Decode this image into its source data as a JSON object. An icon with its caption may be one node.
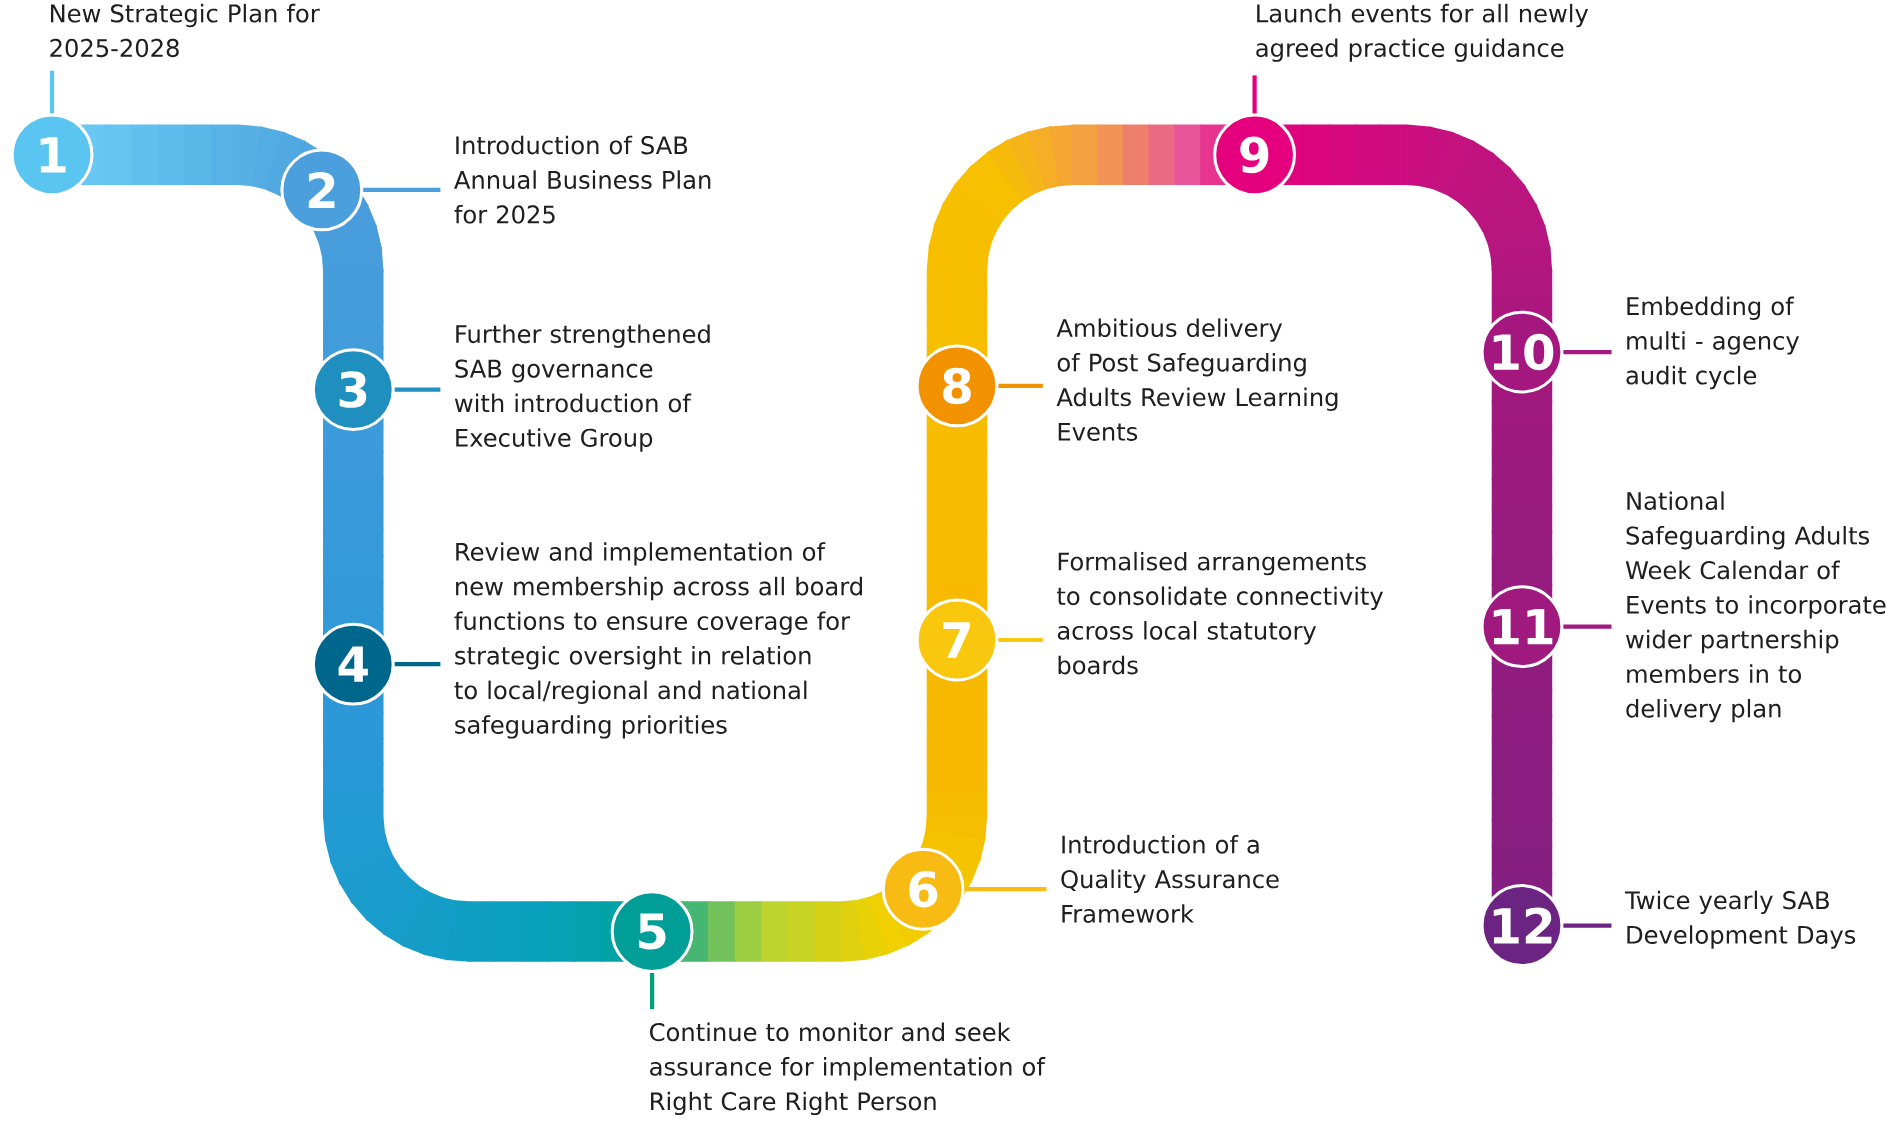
{
  "diagram": {
    "nodes": [
      {
        "text": [
          "1"
        ]
      },
      {
        "text": [
          "2"
        ]
      },
      {
        "text": [
          "3"
        ]
      },
      {
        "text": [
          "4"
        ]
      },
      {
        "text": [
          "5"
        ]
      },
      {
        "text": [
          "6"
        ]
      },
      {
        "text": [
          "7"
        ]
      },
      {
        "text": [
          "8"
        ]
      },
      {
        "text": [
          "9"
        ]
      },
      {
        "text": [
          "10"
        ]
      },
      {
        "text": [
          "11"
        ]
      },
      {
        "text": [
          "12"
        ]
      },
      {
        "text": [
          "New Strategic Plan for 2025-2028"
        ]
      },
      {
        "text": [
          "Introduction of SAB Annual Business Plan for 2025"
        ]
      },
      {
        "text": [
          "Further strengthened SAB governance with introduction of Executive Group"
        ]
      },
      {
        "text": [
          "Review and implementation of new membership across all board functions to ensure coverage for strategic oversight in relation to local/regional and national safeguarding priorities"
        ]
      },
      {
        "text": [
          "Continue to monitor and seek assurance for implementation of Right Care Right Person"
        ]
      },
      {
        "text": [
          "Introduction of a Quality Assurance Framework"
        ]
      },
      {
        "text": [
          "Formalised arrangements to consolidate connectivity across local statutory boards"
        ]
      },
      {
        "text": [
          "Ambitious delivery of Post Safeguarding Adults Review Learning Events"
        ]
      },
      {
        "text": [
          "Launch events for all newly agreed practice guidance"
        ]
      },
      {
        "text": [
          "Embedding of multi - agency audit cycle"
        ]
      },
      {
        "text": [
          "National Safeguarding Adults Week Calendar of Events to incorporate wider partnership members in to delivery plan"
        ]
      },
      {
        "text": [
          "Twice yearly SAB Development Days"
        ]
      }
    ],
    "edges": [
      {
        "from": 12,
        "to": 0,
        "arrow": "none",
        "color": "#5bc5f2"
      },
      {
        "from": 13,
        "to": 1,
        "arrow": "none",
        "color": "#4a9fdc"
      },
      {
        "from": 14,
        "to": 2,
        "arrow": "none",
        "color": "#1f8fbf"
      },
      {
        "from": 15,
        "to": 3,
        "arrow": "none",
        "color": "#00678c"
      },
      {
        "from": 16,
        "to": 4,
        "arrow": "none",
        "color": "#00a07a"
      },
      {
        "from": 17,
        "to": 5,
        "arrow": "none",
        "color": "#f8bb14"
      },
      {
        "from": 18,
        "to": 6,
        "arrow": "none",
        "color": "#f9c80e"
      },
      {
        "from": 19,
        "to": 7,
        "arrow": "none",
        "color": "#f39200"
      },
      {
        "from": 20,
        "to": 8,
        "arrow": "none",
        "color": "#e5007e"
      },
      {
        "from": 21,
        "to": 9,
        "arrow": "none",
        "color": "#a3177f"
      },
      {
        "from": 22,
        "to": 10,
        "arrow": "none",
        "color": "#a0197e"
      },
      {
        "from": 23,
        "to": 11,
        "arrow": "none",
        "color": "#6c2483"
      }
    ]
  }
}
